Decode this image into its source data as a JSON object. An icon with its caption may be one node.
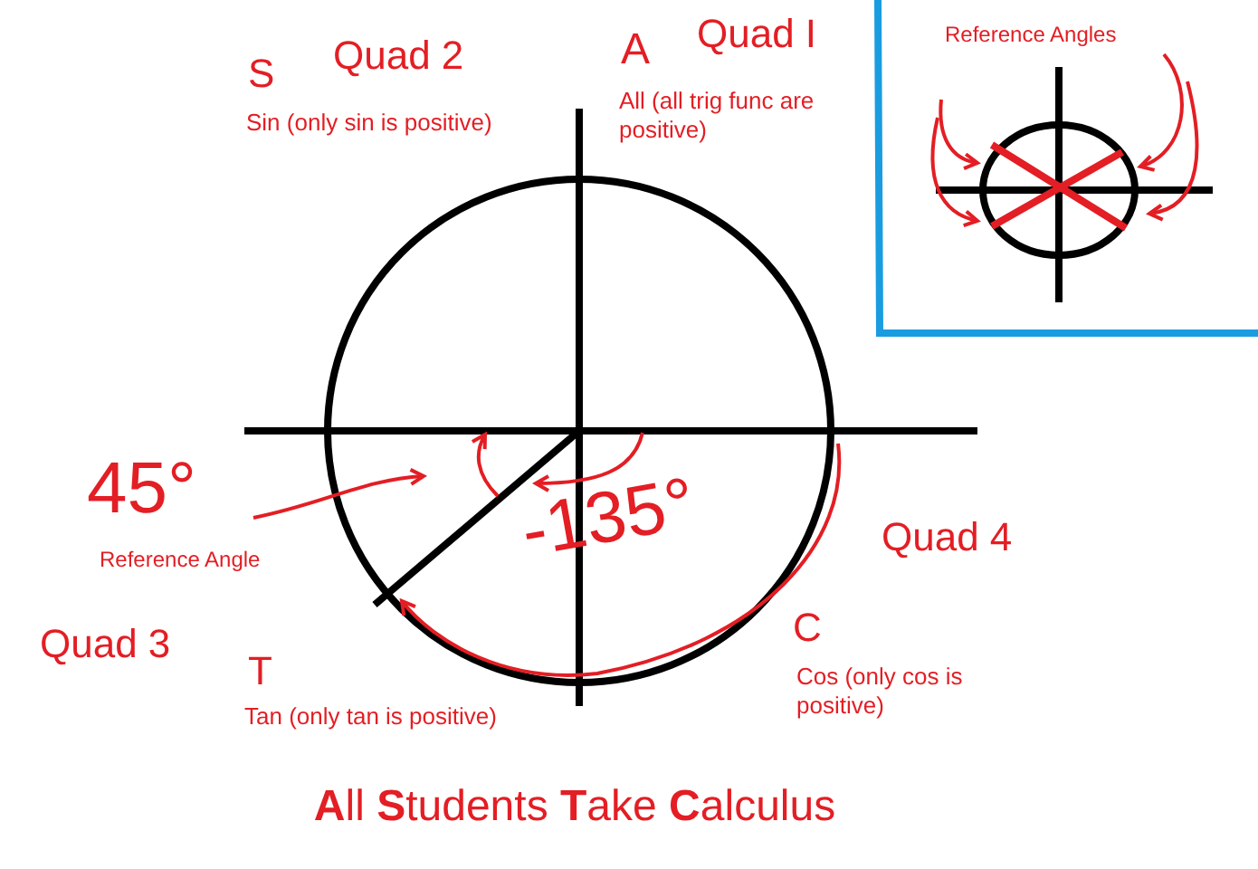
{
  "diagram": {
    "caption": "**A**ll **S**tudents **T**ake **C**alculus",
    "labels": [
      "Reference Angles",
      "S",
      "Quad 2",
      "A",
      "Quad I",
      "Sin (only sin is positive)",
      "All (all trig func are positive)",
      "45°",
      "Reference Angle",
      "-135°",
      "Quad 4",
      "Quad 3",
      "C",
      "T",
      "Cos (only cos is positive)",
      "Tan (only tan is positive)"
    ]
  }
}
